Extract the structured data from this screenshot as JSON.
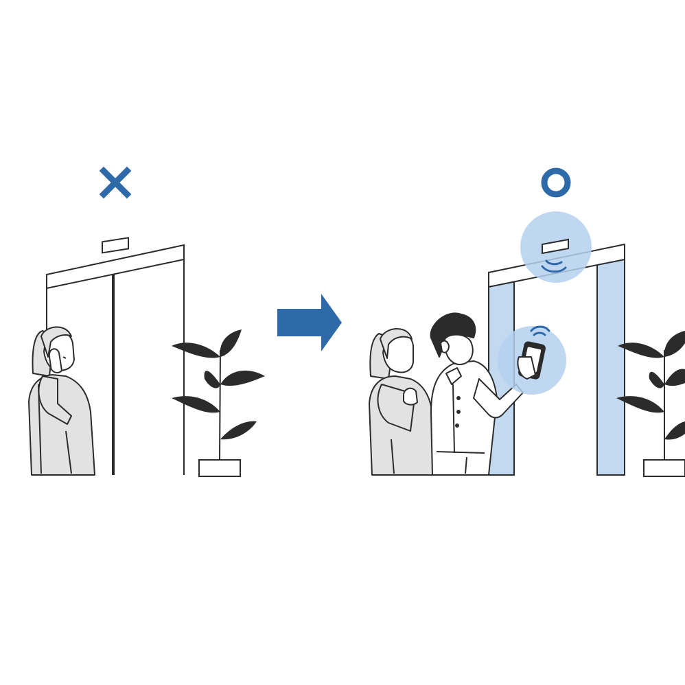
{
  "colors": {
    "accent": "#2f6aa8",
    "highlight_fill": "#c3d9f0",
    "halo_fill": "#b5d0ee",
    "line": "#2b2b2b",
    "clothing": "#e2e2e2",
    "leaf": "#2b2b2b",
    "background": "#ffffff"
  },
  "marks": {
    "before": "cross-mark-icon",
    "after": "circle-mark-icon"
  },
  "panels": {
    "before": {
      "status": "incorrect",
      "scene": [
        "elevator-door-closed",
        "woman-on-phone",
        "potted-plant"
      ]
    },
    "after": {
      "status": "correct",
      "scene": [
        "elevator-door-open",
        "woman",
        "nurse-holding-phone",
        "wireless-signal-icon",
        "potted-plant"
      ]
    }
  },
  "transition": "arrow-right-icon"
}
